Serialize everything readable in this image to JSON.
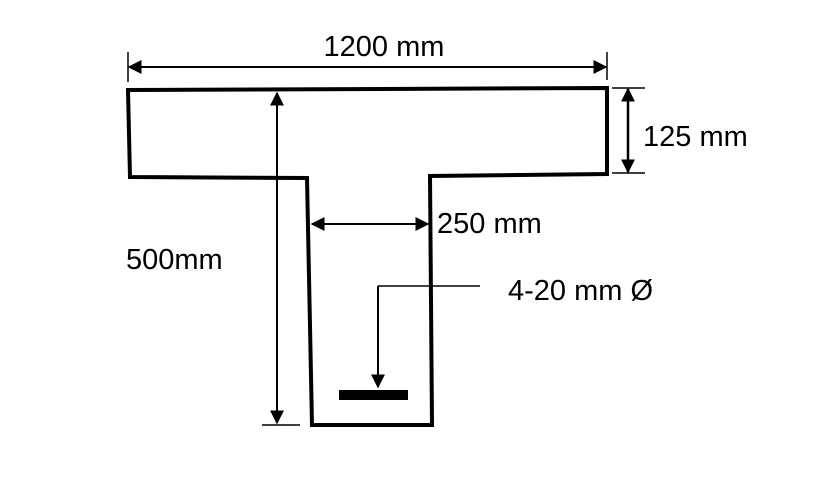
{
  "labels": {
    "width_overall": "1200 mm",
    "flange_thickness": "125 mm",
    "web_width": "250 mm",
    "total_depth": "500mm",
    "rebar": "4-20 mm Ø"
  },
  "colors": {
    "line": "#000000",
    "background": "#ffffff"
  }
}
